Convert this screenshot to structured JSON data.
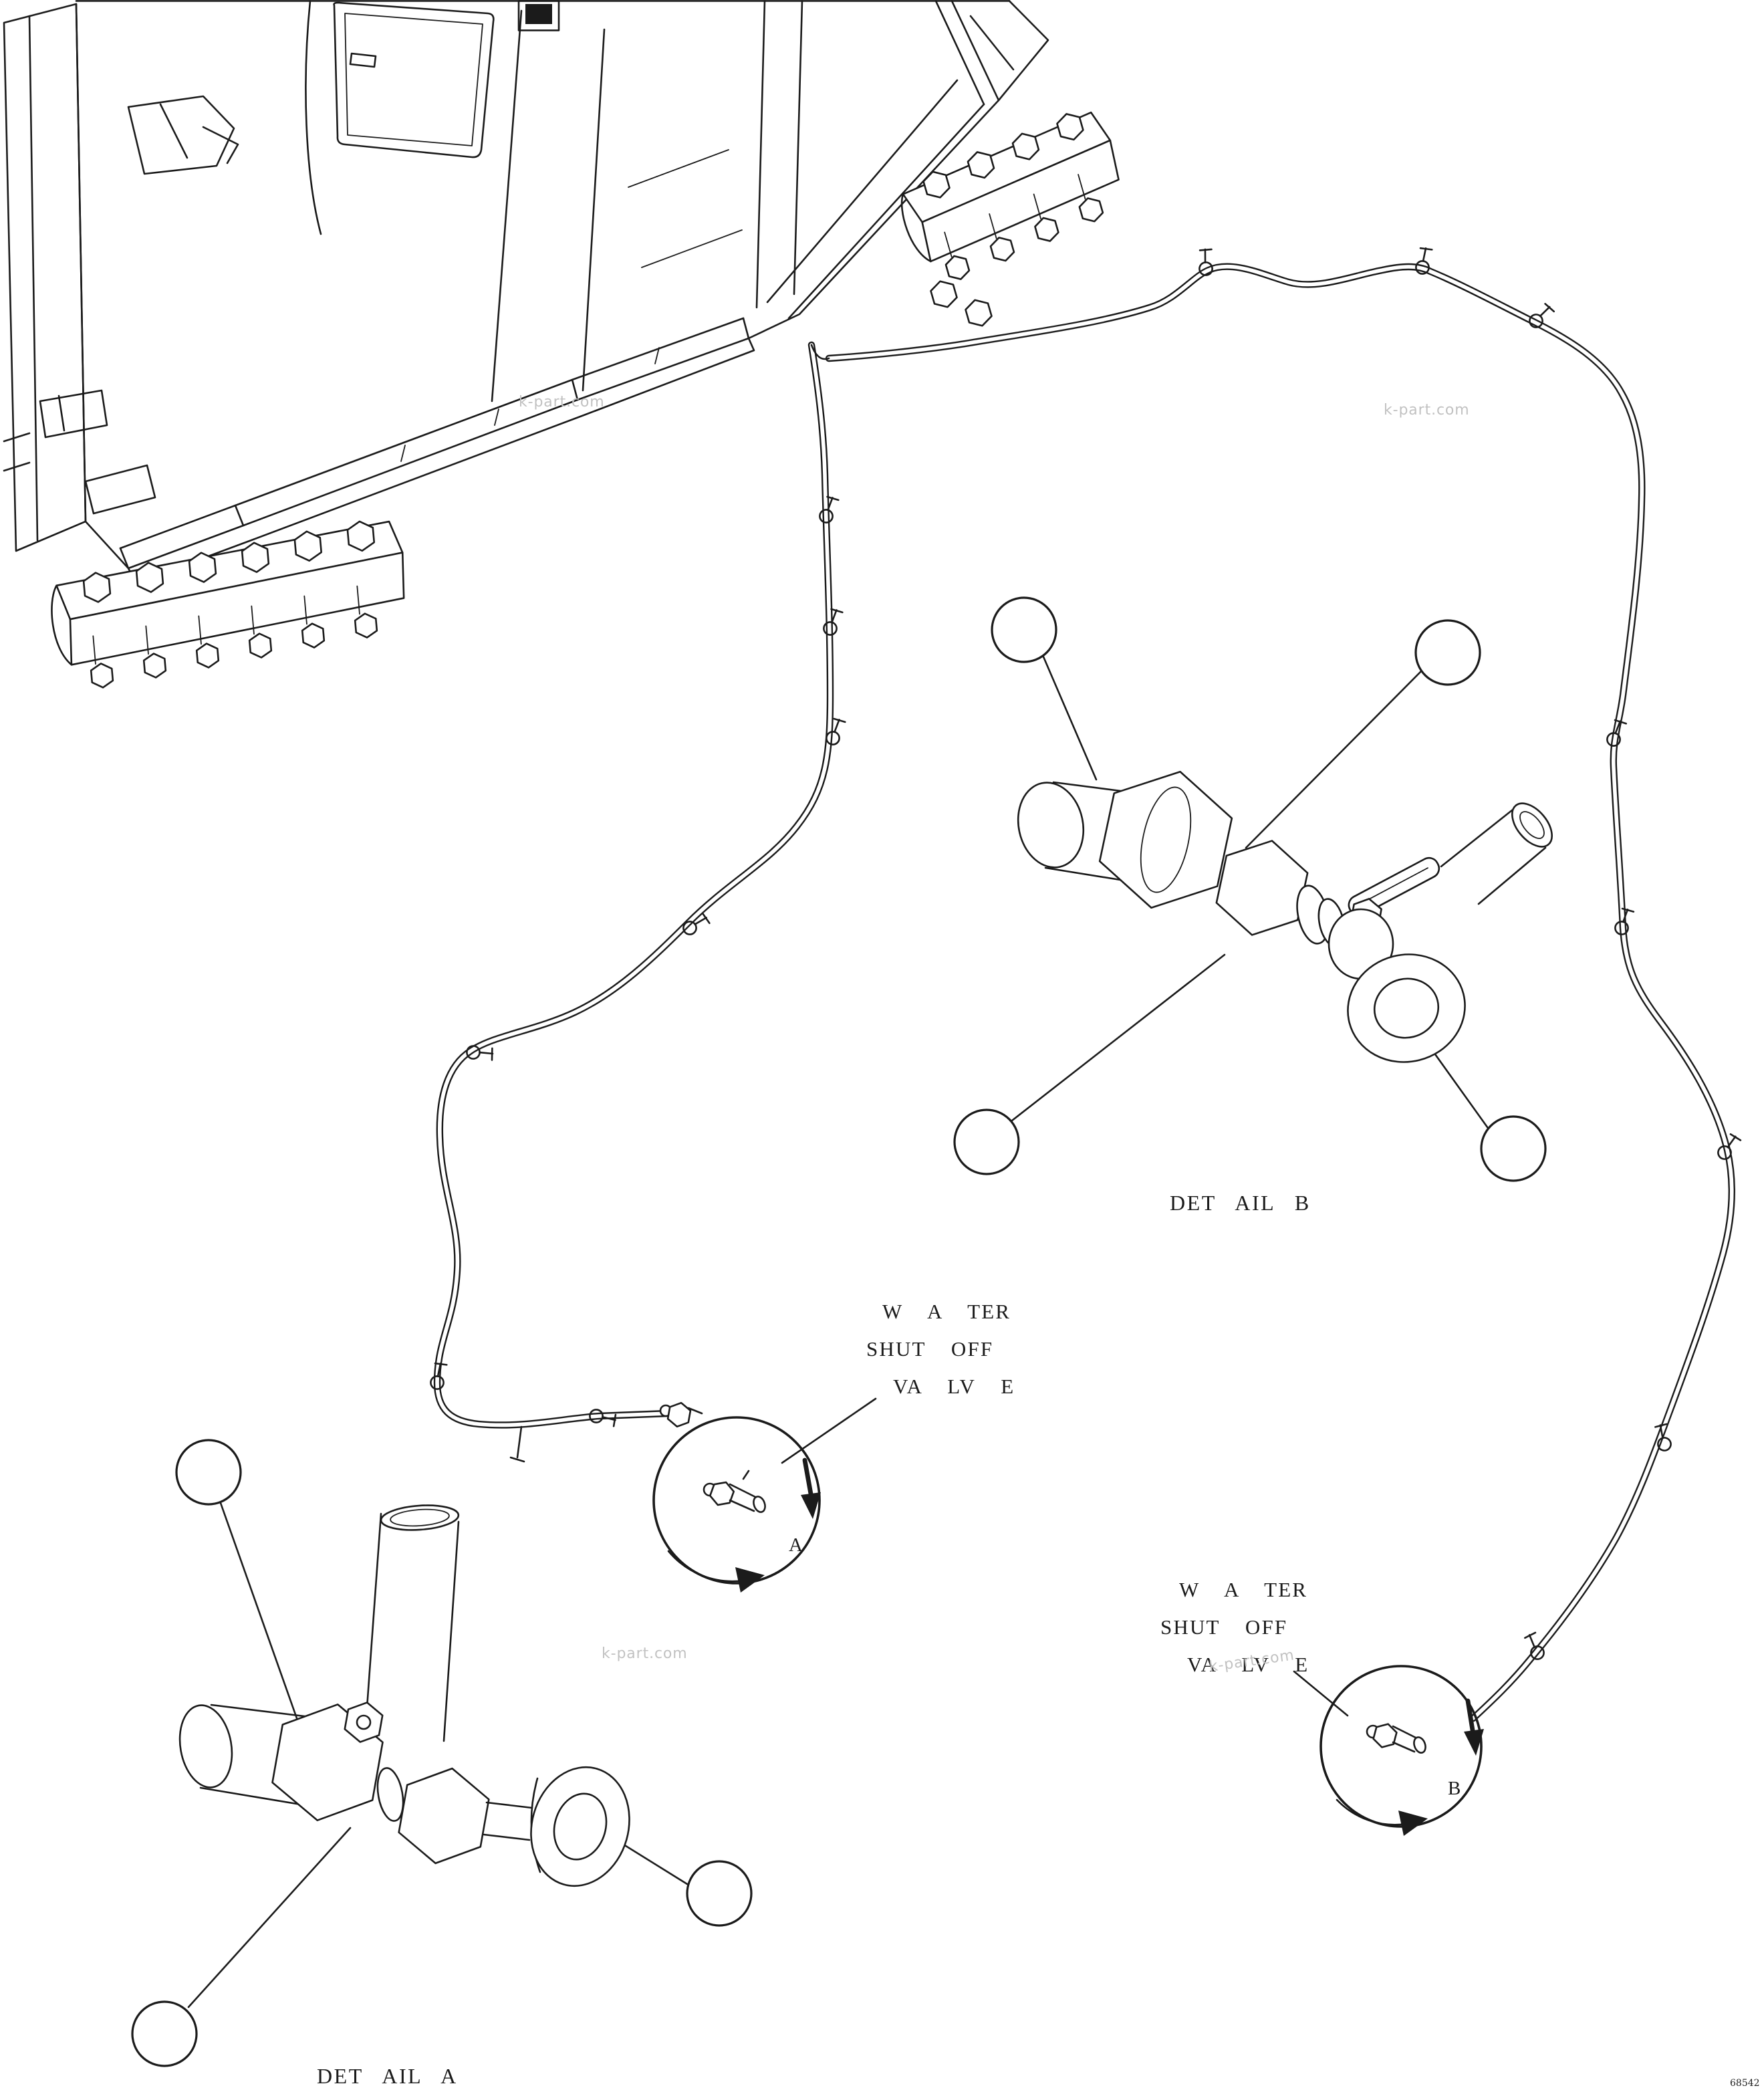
{
  "sheet": {
    "number": "68542"
  },
  "watermark": {
    "text": "k-part.com"
  },
  "labels": {
    "detail_a_title": "DET AIL A",
    "detail_b_title": "DET AIL B",
    "detail_a_letter": "A",
    "detail_b_letter": "B",
    "water_shutoff_left": [
      "W A TER",
      "SHUT OFF",
      "VA LV E"
    ],
    "water_shutoff_right": [
      "W A TER",
      "SHUT OFF",
      "VA LV E"
    ]
  },
  "colors": {
    "line": "#1b1b1b",
    "watermark": "#c2c2c2",
    "background": "#ffffff"
  }
}
